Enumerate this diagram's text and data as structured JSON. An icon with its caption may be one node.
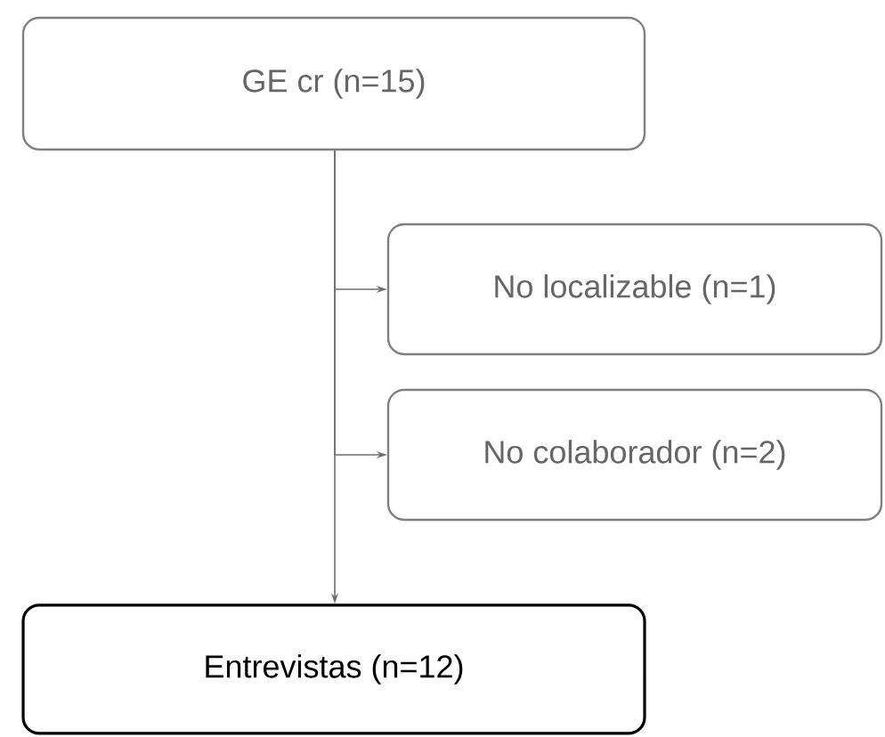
{
  "diagram": {
    "nodes": [
      {
        "text": [
          "GE cr (n=15)"
        ]
      },
      {
        "text": [
          "No localizable (n=1)"
        ]
      },
      {
        "text": [
          "No colaborador (n=2)"
        ]
      },
      {
        "text": [
          "Entrevistas (n=12)"
        ]
      }
    ],
    "edges": [
      {
        "from": 0,
        "to": 1,
        "arrow": "to"
      },
      {
        "from": 0,
        "to": 2,
        "arrow": "to"
      },
      {
        "from": 0,
        "to": 3,
        "arrow": "to"
      }
    ]
  }
}
